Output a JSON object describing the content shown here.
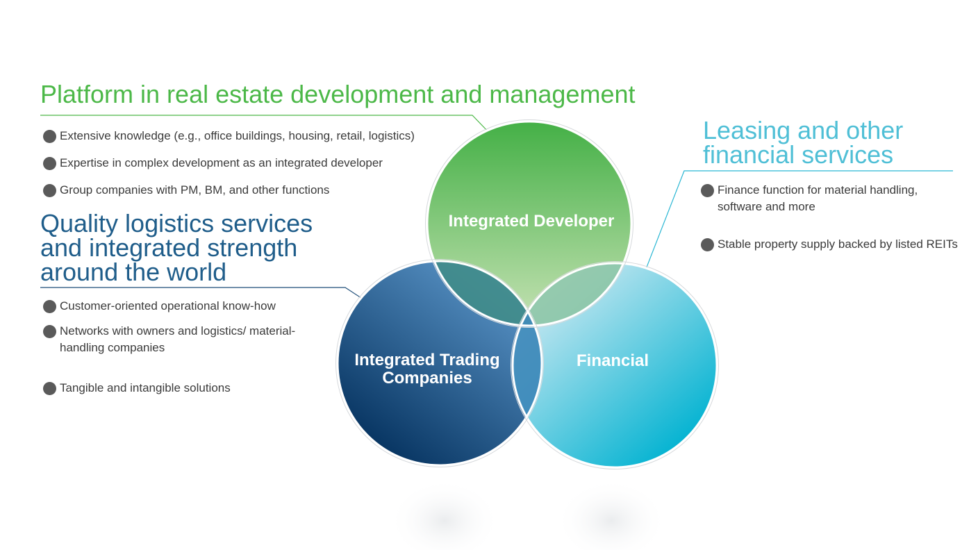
{
  "colors": {
    "green": "#4cb848",
    "navy": "#1f5d8a",
    "cyan": "#4fbfd6",
    "bullet": "#5a5a5a",
    "text": "#3a3a3a"
  },
  "platform": {
    "heading": "Platform in real estate development and management",
    "items": [
      "Extensive knowledge (e.g., office buildings, housing, retail, logistics)",
      "Expertise in complex development as an integrated developer",
      "Group companies with PM, BM, and other functions"
    ]
  },
  "logistics": {
    "heading": "Quality logistics services and integrated strength around the world",
    "items": [
      "Customer-oriented operational know-how",
      "Networks with owners and logistics/ material-handling companies",
      "Tangible and intangible solutions"
    ]
  },
  "leasing": {
    "heading": "Leasing and other financial services",
    "items": [
      "Finance function for material handling, software and more",
      "Stable property supply backed by listed REITs"
    ]
  },
  "circles": {
    "developer": "Integrated Developer",
    "trading": "Integrated Trading Companies",
    "financial": "Financial"
  }
}
